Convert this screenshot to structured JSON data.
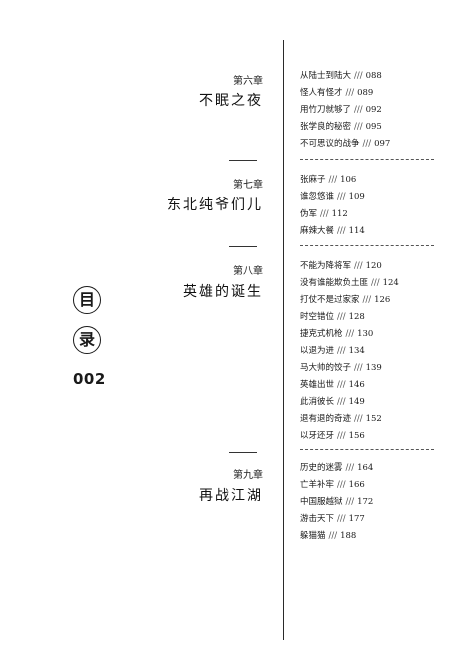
{
  "side": {
    "char1": "目",
    "char2": "录",
    "page_number": "002"
  },
  "separator": "///",
  "chapters": [
    {
      "number": "第六章",
      "title": "不眠之夜",
      "sections": [
        {
          "title": "从陆士到陆大",
          "page": "088"
        },
        {
          "title": "怪人有怪才",
          "page": "089"
        },
        {
          "title": "用竹刀就够了",
          "page": "092"
        },
        {
          "title": "张学良的秘密",
          "page": "095"
        },
        {
          "title": "不可思议的战争",
          "page": "097"
        }
      ]
    },
    {
      "number": "第七章",
      "title": "东北纯爷们儿",
      "sections": [
        {
          "title": "张麻子",
          "page": "106"
        },
        {
          "title": "谁忽悠谁",
          "page": "109"
        },
        {
          "title": "伪军",
          "page": "112"
        },
        {
          "title": "麻辣大餐",
          "page": "114"
        }
      ]
    },
    {
      "number": "第八章",
      "title": "英雄的诞生",
      "sections": [
        {
          "title": "不能为降将军",
          "page": "120"
        },
        {
          "title": "没有谁能欺负土匪",
          "page": "124"
        },
        {
          "title": "打仗不是过家家",
          "page": "126"
        },
        {
          "title": "时空错位",
          "page": "128"
        },
        {
          "title": "捷克式机枪",
          "page": "130"
        },
        {
          "title": "以退为进",
          "page": "134"
        },
        {
          "title": "马大帅的饺子",
          "page": "139"
        },
        {
          "title": "英雄出世",
          "page": "146"
        },
        {
          "title": "此消彼长",
          "page": "149"
        },
        {
          "title": "退有退的奇迹",
          "page": "152"
        },
        {
          "title": "以牙还牙",
          "page": "156"
        }
      ]
    },
    {
      "number": "第九章",
      "title": "再战江湖",
      "sections": [
        {
          "title": "历史的迷雾",
          "page": "164"
        },
        {
          "title": "亡羊补牢",
          "page": "166"
        },
        {
          "title": "中国服越狱",
          "page": "172"
        },
        {
          "title": "游击天下",
          "page": "177"
        },
        {
          "title": "躲猫猫",
          "page": "188"
        }
      ]
    }
  ]
}
